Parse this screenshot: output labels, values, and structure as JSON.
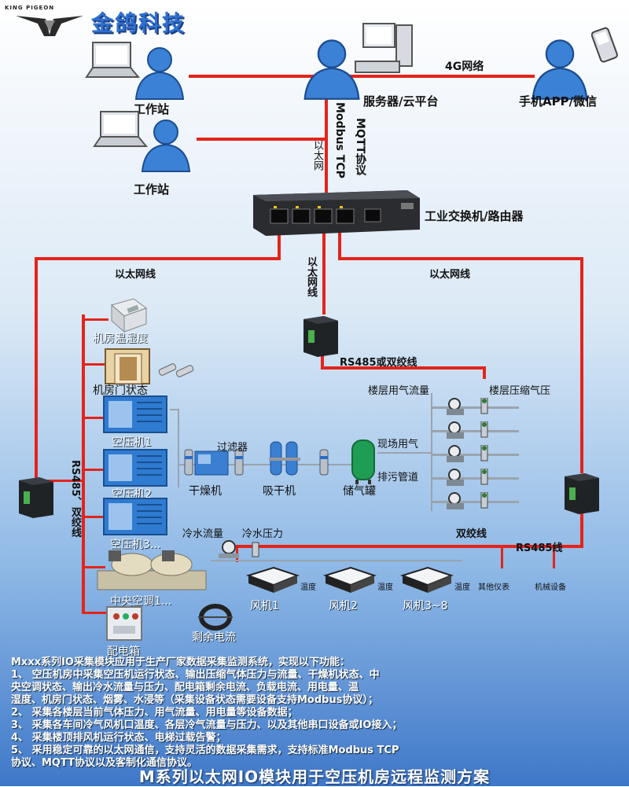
{
  "logo": {
    "sub": "KING PIGEON",
    "name": "金鸽科技"
  },
  "nodes": {
    "workstation1": "工作站",
    "workstation2": "工作站",
    "server": "服务器/云平台",
    "mobile": "手机APP/微信",
    "switch": "工业交换机/路由器",
    "room_temp": "机房温湿度",
    "room_door": "机房门状态",
    "compressor1": "空压机1",
    "compressor2": "空压机2",
    "compressor3": "空压机3...",
    "ac": "中央空调1...",
    "power_box": "配电箱",
    "residual_current": "剩余电流",
    "filter": "过滤器",
    "dryer": "干燥机",
    "adsorb_dryer": "吸干机",
    "tank": "储气罐",
    "site_gas": "现场用气",
    "drain": "排污管道",
    "floor_flow": "楼层用气流量",
    "floor_pressure": "楼层压缩气压",
    "twisted": "双绞线",
    "cold_flow": "冷水流量",
    "cold_pressure": "冷水压力",
    "fan1": "风机1",
    "fan2": "风机2",
    "fan3": "风机3~8",
    "temp": "温度",
    "other_meter": "其他仪表",
    "machine": "机械设备"
  },
  "links": {
    "g4": "4G网络",
    "eth_up": "以太网",
    "protocol1": "Modbus TCP",
    "protocol2": "MQTT协议",
    "eth_left": "以太网线",
    "eth_right": "以太网线",
    "eth_mid": "以太网线",
    "rs485_twisted": "RS485或双绞线",
    "rs485_left": "RS485、双绞线",
    "rs485_right": "RS485线"
  },
  "description": [
    "Mxxx系列IO采集模块应用于生产厂家数据采集监测系统，实现以下功能：",
    "1、 空压机房中采集空压机运行状态、输出压缩气体压力与流量、干燥机状态、中",
    "    央空调状态、输出冷水流量与压力、配电箱剩余电流、负载电流、用电量、温",
    "    湿度、机房门状态、烟雾、水浸等（采集设备状态需要设备支持Modbus协议）；",
    "2、 采集各楼层当前气体压力、用气流量、用电量等设备数据；",
    "3、 采集各车间冷气风机口温度、各层冷气流量与压力、以及其他串口设备或IO接入；",
    "4、 采集楼顶排风机运行状态、电梯过载告警；",
    "5、 采用稳定可靠的以太网通信，支持灵活的数据采集需求，支持标准Modbus TCP",
    "    协议、MQTT协议以及客制化通信协议。"
  ],
  "title": "M系列以太网IO模块用于空压机房远程监测方案",
  "colors": {
    "wire": "#e3241b",
    "person": "#3b82d6",
    "brand": "#2e6fd0"
  }
}
